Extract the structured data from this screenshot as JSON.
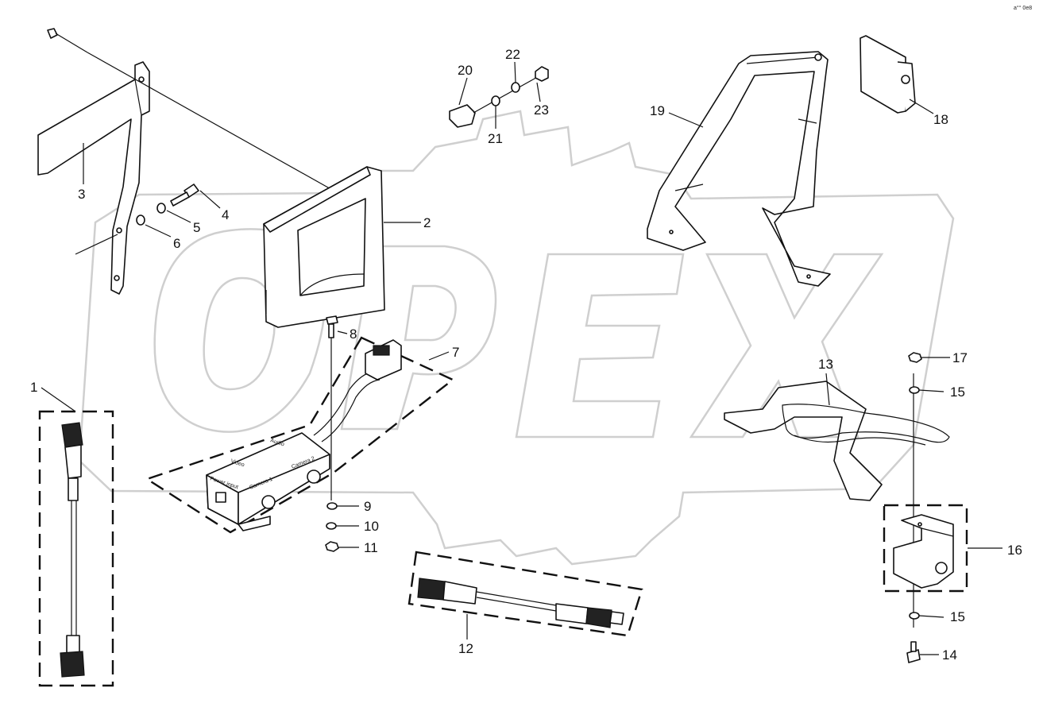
{
  "watermark": {
    "text": "OPEX",
    "color": "#cfcfcf"
  },
  "corner_mark": "a°° 0e8",
  "controller_labels": {
    "power_input": "Power input",
    "camera_1": "Camera 1",
    "camera_2": "Camera 2",
    "video": "Video",
    "audio": "Audio"
  },
  "callouts": [
    "1",
    "2",
    "3",
    "4",
    "5",
    "6",
    "7",
    "8",
    "9",
    "10",
    "11",
    "12",
    "13",
    "14",
    "15",
    "15",
    "16",
    "17",
    "18",
    "19",
    "20",
    "21",
    "22",
    "23"
  ],
  "colors": {
    "line": "#111111",
    "background": "#ffffff"
  }
}
